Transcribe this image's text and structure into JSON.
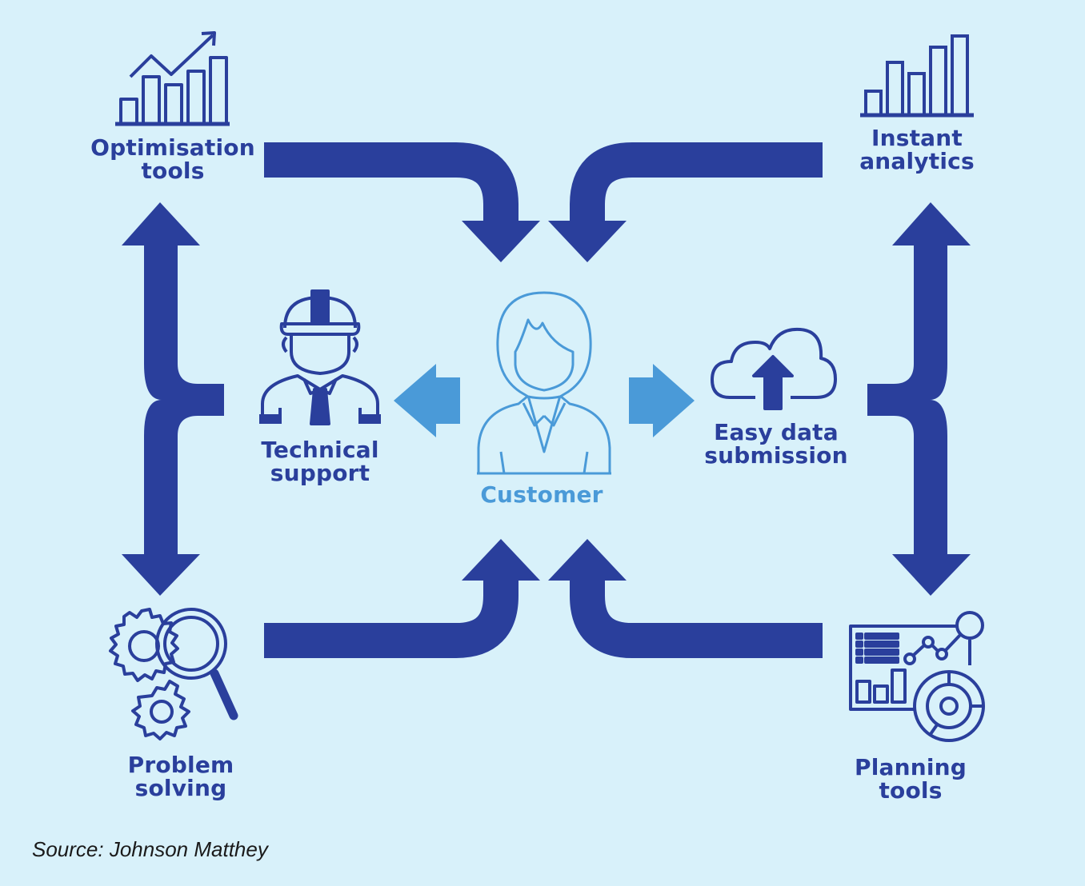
{
  "colors": {
    "background": "#d8f1fa",
    "dark_blue": "#2a3f9c",
    "light_blue": "#4a9ad8"
  },
  "nodes": {
    "optimisation_tools": {
      "line1": "Optimisation",
      "line2": "tools",
      "icon": "bar-chart-trend-icon"
    },
    "instant_analytics": {
      "line1": "Instant",
      "line2": "analytics",
      "icon": "bar-chart-icon"
    },
    "technical_support": {
      "line1": "Technical",
      "line2": "support",
      "icon": "engineer-hardhat-icon"
    },
    "customer": {
      "label": "Customer",
      "icon": "customer-person-icon"
    },
    "easy_data_submission": {
      "line1": "Easy data",
      "line2": "submission",
      "icon": "cloud-upload-icon"
    },
    "problem_solving": {
      "line1": "Problem",
      "line2": "solving",
      "icon": "gears-magnifier-icon"
    },
    "planning_tools": {
      "line1": "Planning",
      "line2": "tools",
      "icon": "dashboard-icon"
    }
  },
  "source": "Source: Johnson Matthey"
}
